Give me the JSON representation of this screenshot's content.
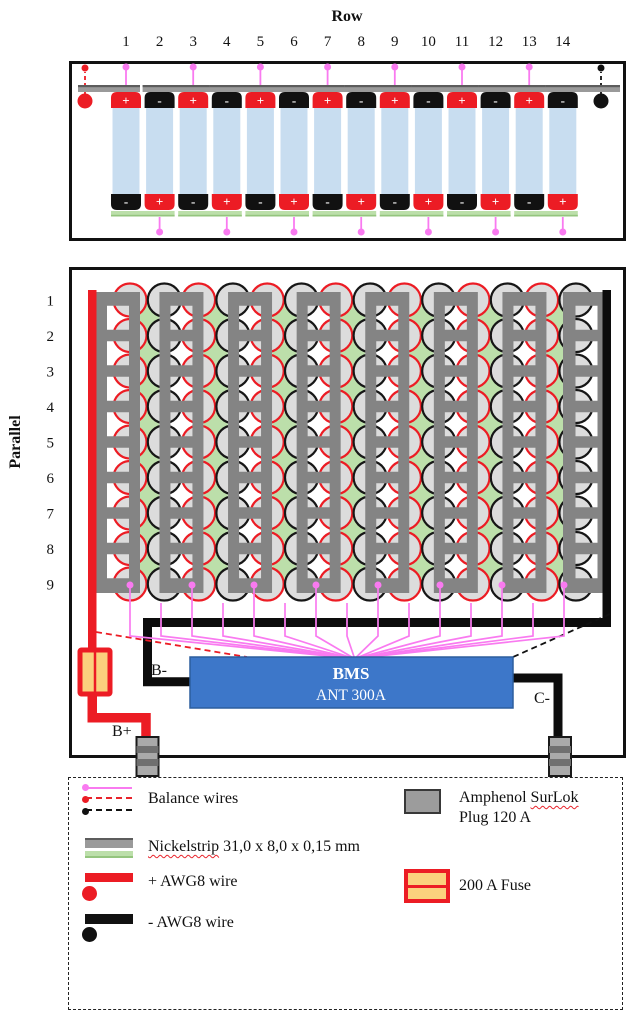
{
  "title_row": "Row",
  "title_parallel": "Parallel",
  "row_labels": [
    "1",
    "2",
    "3",
    "4",
    "5",
    "6",
    "7",
    "8",
    "9",
    "10",
    "11",
    "12",
    "13",
    "14"
  ],
  "parallel_labels": [
    "1",
    "2",
    "3",
    "4",
    "5",
    "6",
    "7",
    "8",
    "9"
  ],
  "terminals": {
    "plus": "+",
    "minus": "-"
  },
  "bms": {
    "line1": "BMS",
    "line2": "ANT 300A"
  },
  "labels": {
    "b_minus": "B-",
    "b_plus": "B+",
    "c_minus": "C-"
  },
  "legend": {
    "balance_wires": "Balance wires",
    "nickelstrip_word": "Nickelstrip",
    "nickelstrip_rest": " 31,0 x 8,0 x 0,15 mm",
    "awg8_pos": "+ AWG8 wire",
    "awg8_neg": "- AWG8 wire",
    "amphenol_prefix": "Amphenol ",
    "surlok_word": "SurLok",
    "surlok_line2": "Plug 120 A",
    "fuse": "200 A Fuse"
  },
  "pack": {
    "series_groups": 14,
    "parallel_per_group": 9
  },
  "colors": {
    "red": "#ec1c24",
    "black": "#141414",
    "pink": "#f97af0",
    "cell_blue": "#c8ddf0",
    "strip_gray": "#9a9a9a",
    "strip_gray_dark": "#5c5c5c",
    "ladder_gray": "#848484",
    "circle_fill": "#dcdcdc",
    "green": "#bcdfaa",
    "green_dark": "#94c57e",
    "bms_blue": "#3d77c9",
    "bms_border": "#2d5f9e",
    "fuse_yellow": "#fbd17d",
    "plug_gray": "#a9a9a9",
    "plug_band": "#6f6f6f",
    "white": "#ffffff"
  }
}
